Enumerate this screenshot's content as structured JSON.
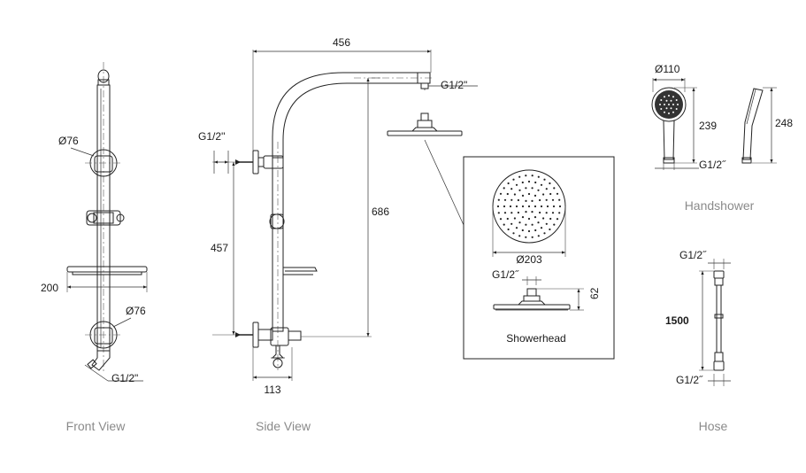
{
  "views": {
    "front": {
      "caption": "Front View",
      "dia_top": "Ø76",
      "dia_bottom": "Ø76",
      "width_200": "200",
      "thread": "G1/2\""
    },
    "side": {
      "caption": "Side View",
      "reach": "456",
      "height": "686",
      "spacing": "457",
      "depth": "113",
      "thread_top": "G1/2\"",
      "thread_wall": "G1/2''"
    },
    "showerhead": {
      "caption": "Showerhead",
      "diameter": "Ø203",
      "thread": "G1/2˝",
      "thickness": "62"
    },
    "handshower": {
      "caption": "Handshower",
      "diameter": "Ø110",
      "length": "239",
      "total": "248",
      "thread": "G1/2˝"
    },
    "hose": {
      "caption": "Hose",
      "length": "1500",
      "thread_top": "G1/2˝",
      "thread_bottom": "G1/2˝"
    }
  },
  "icons": [
    "arrow-icon"
  ]
}
